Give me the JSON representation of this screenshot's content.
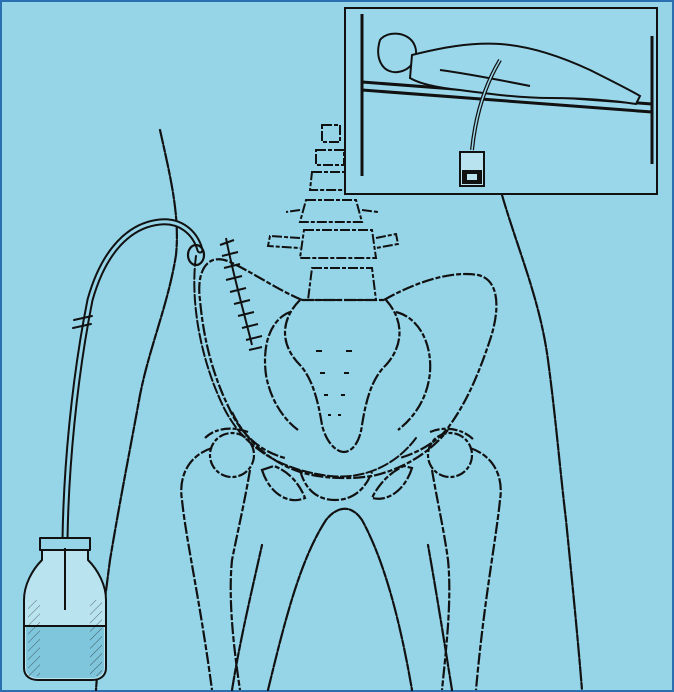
{
  "figure": {
    "background": "#96d5e8",
    "border_color": "#2a6fb0",
    "ink_color": "#111111",
    "inset_background": "#9ad7ea",
    "bottle_fill": "#b9e3ef",
    "fluid_color": "#7fc6dc",
    "elements": [
      "pelvis-skeleton",
      "lumbar-spine",
      "hip-joints",
      "femurs",
      "body-outline",
      "surgical-incision-sutures",
      "drain-tube",
      "drainage-bottle",
      "inset-patient-in-bed"
    ]
  }
}
